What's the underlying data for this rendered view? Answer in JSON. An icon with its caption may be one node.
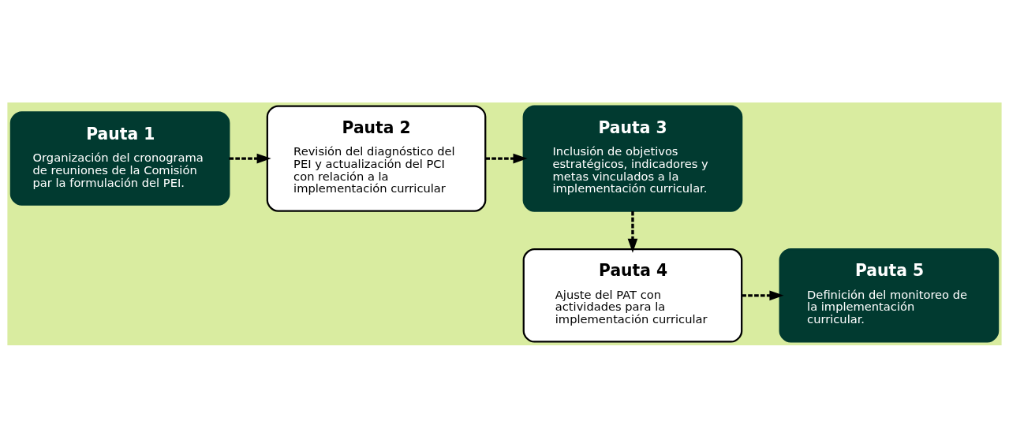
{
  "diagram": {
    "nodes": [
      {
        "text": [
          "Pauta 1",
          "Organización del cronograma de reuniones de la Comisión par la formulación del PEI."
        ]
      },
      {
        "text": [
          "Pauta 2",
          "Revisión del diagnóstico del PEI y actualización del PCI con relación a la implementación curricular"
        ]
      },
      {
        "text": [
          "Pauta 3",
          "Inclusión de objetivos estratégicos, indicadores y metas vinculados a la implementación curricular."
        ]
      },
      {
        "text": [
          "Pauta 4",
          "Ajuste del PAT con actividades para la implementación curricular"
        ]
      },
      {
        "text": [
          "Pauta 5",
          "Definición del monitoreo de la implementación curricular."
        ]
      }
    ],
    "edges": [
      {
        "from": 0,
        "to": 1,
        "arrow": "to",
        "style": "dashed"
      },
      {
        "from": 1,
        "to": 2,
        "arrow": "to",
        "style": "dashed"
      },
      {
        "from": 2,
        "to": 3,
        "arrow": "to",
        "style": "dashed"
      },
      {
        "from": 3,
        "to": 4,
        "arrow": "to",
        "style": "dashed"
      }
    ]
  }
}
